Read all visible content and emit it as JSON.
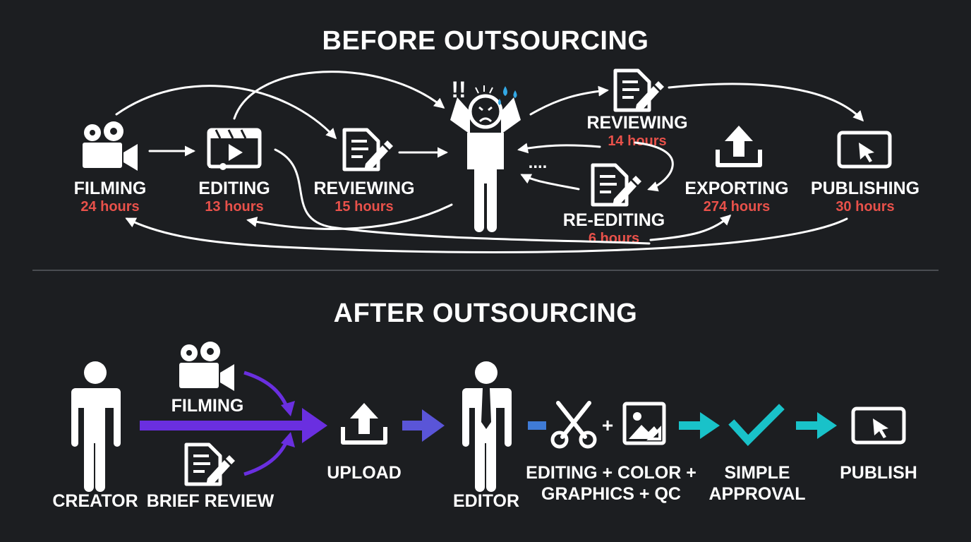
{
  "before": {
    "title": "BEFORE OUTSOURCING",
    "steps": [
      {
        "label": "FILMING",
        "hours": "24 hours",
        "icon": "video-camera-icon"
      },
      {
        "label": "EDITING",
        "hours": "13 hours",
        "icon": "clapperboard-play-icon"
      },
      {
        "label": "REVIEWING",
        "hours": "15 hours",
        "icon": "document-edit-icon"
      },
      {
        "label": "REVIEWING",
        "hours": "14 hours",
        "icon": "document-edit-icon"
      },
      {
        "label": "RE-EDITING",
        "hours": "6 hours",
        "icon": "document-edit-icon"
      },
      {
        "label": "EXPORTING",
        "hours": "274 hours",
        "icon": "upload-icon"
      },
      {
        "label": "PUBLISHING",
        "hours": "30 hours",
        "icon": "monitor-cursor-icon"
      }
    ],
    "center_figure": {
      "icon": "stressed-person-icon",
      "exclaim": "!!",
      "dots": "...."
    }
  },
  "after": {
    "title": "AFTER OUTSOURCING",
    "creator": "CREATOR",
    "filming": "FILMING",
    "brief_review": "BRIEF REVIEW",
    "upload": "UPLOAD",
    "editor": "EDITOR",
    "editing_line1": "EDITING + COLOR +",
    "editing_line2": "GRAPHICS + QC",
    "plus": "+",
    "approval_line1": "SIMPLE",
    "approval_line2": "APPROVAL",
    "publish": "PUBLISH"
  },
  "colors": {
    "background": "#1c1e21",
    "hours_text": "#e8514a",
    "purple": "#6a2fe0",
    "indigo": "#5a55d8",
    "blue": "#3f7bd6",
    "teal": "#19c2c9",
    "sweat": "#33a9e6"
  }
}
